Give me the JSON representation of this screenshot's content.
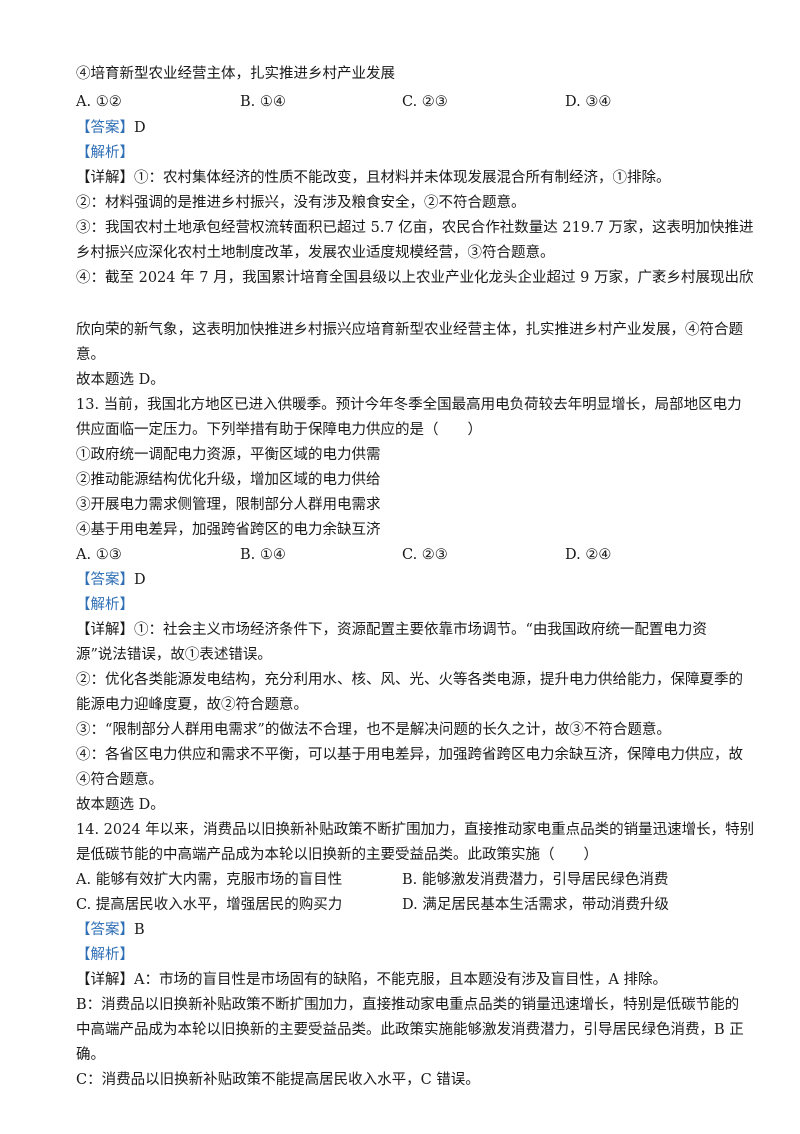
{
  "q12": {
    "stmt4": "④培育新型农业经营主体，扎实推进乡村产业发展",
    "options": [
      "A. ①②",
      "B. ①④",
      "C. ②③",
      "D. ③④"
    ],
    "answer_tag": "【答案】",
    "answer": "D",
    "analysis_tag": "【解析】",
    "detail_tag": "【详解】",
    "explain": [
      "①：农村集体经济的性质不能改变，且材料并未体现发展混合所有制经济，①排除。",
      "②：材料强调的是推进乡村振兴，没有涉及粮食安全，②不符合题意。",
      "③：我国农村土地承包经营权流转面积已超过 5.7 亿亩，农民合作社数量达 219.7 万家，这表明加快推进",
      "乡村振兴应深化农村土地制度改革，发展农业适度规模经营，③符合题意。",
      "④：截至 2024 年 7 月，我国累计培育全国县级以上农业产业化龙头企业超过 9 万家，广袤乡村展现出欣",
      "欣向荣的新气象，这表明加快推进乡村振兴应培育新型农业经营主体，扎实推进乡村产业发展，④符合题",
      "意。",
      "故本题选 D。"
    ]
  },
  "q13": {
    "stem": [
      "13. 当前，我国北方地区已进入供暖季。预计今年冬季全国最高用电负荷较去年明显增长，局部地区电力",
      "供应面临一定压力。下列举措有助于保障电力供应的是（　　）"
    ],
    "statements": [
      "①政府统一调配电力资源，平衡区域的电力供需",
      "②推动能源结构优化升级，增加区域的电力供给",
      "③开展电力需求侧管理，限制部分人群用电需求",
      "④基于用电差异，加强跨省跨区的电力余缺互济"
    ],
    "options": [
      "A. ①③",
      "B. ①④",
      "C. ②③",
      "D. ②④"
    ],
    "answer_tag": "【答案】",
    "answer": "D",
    "analysis_tag": "【解析】",
    "detail_tag": "【详解】",
    "explain": [
      "①：社会主义市场经济条件下，资源配置主要依靠市场调节。“由我国政府统一配置电力资",
      "源”说法错误，故①表述错误。",
      "②：优化各类能源发电结构，充分利用水、核、风、光、火等各类电源，提升电力供给能力，保障夏季的",
      "能源电力迎峰度夏，故②符合题意。",
      "③：“限制部分人群用电需求”的做法不合理，也不是解决问题的长久之计，故③不符合题意。",
      "④：各省区电力供应和需求不平衡，可以基于用电差异，加强跨省跨区电力余缺互济，保障电力供应，故",
      "④符合题意。",
      "故本题选 D。"
    ]
  },
  "q14": {
    "stem": [
      "14. 2024 年以来，消费品以旧换新补贴政策不断扩围加力，直接推动家电重点品类的销量迅速增长，特别",
      "是低碳节能的中高端产品成为本轮以旧换新的主要受益品类。此政策实施（　　）"
    ],
    "options": [
      "A. 能够有效扩大内需，克服市场的盲目性",
      "B. 能够激发消费潜力，引导居民绿色消费",
      "C. 提高居民收入水平，增强居民的购买力",
      "D. 满足居民基本生活需求，带动消费升级"
    ],
    "answer_tag": "【答案】",
    "answer": "B",
    "analysis_tag": "【解析】",
    "detail_tag": "【详解】",
    "explain": [
      "A：市场的盲目性是市场固有的缺陷，不能克服，且本题没有涉及盲目性，A 排除。",
      "B：消费品以旧换新补贴政策不断扩围加力，直接推动家电重点品类的销量迅速增长，特别是低碳节能的",
      "中高端产品成为本轮以旧换新的主要受益品类。此政策实施能够激发消费潜力，引导居民绿色消费，B 正",
      "确。",
      "C：消费品以旧换新补贴政策不能提高居民收入水平，C 错误。"
    ]
  }
}
